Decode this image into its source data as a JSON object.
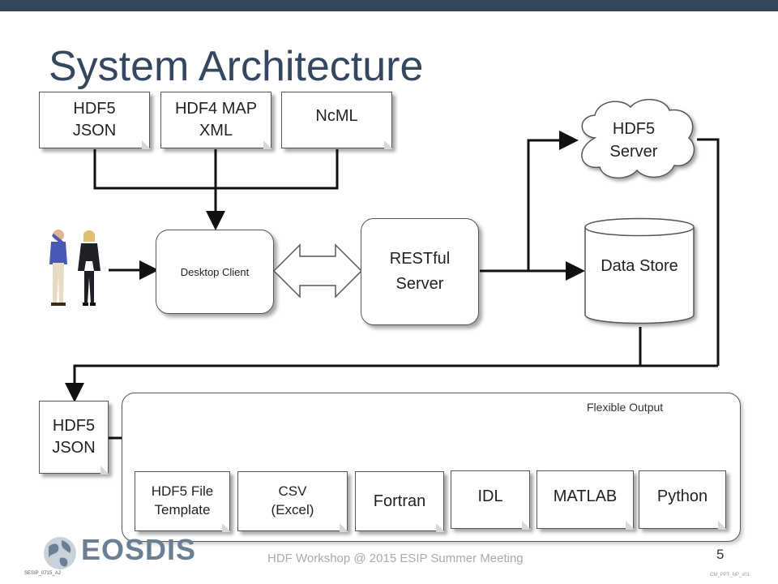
{
  "slide": {
    "title": "System Architecture",
    "footer": "HDF Workshop @ 2015 ESIP Summer Meeting",
    "page_number": "5",
    "bottom_left_code": "SESIP_0715_AJ",
    "bottom_right_code": "CM_PPT_NP_v01",
    "logo_text": "EOSDIS"
  },
  "inputs": {
    "hdf5_json": [
      "HDF5",
      "JSON"
    ],
    "hdf4_map_xml": [
      "HDF4 MAP",
      "XML"
    ],
    "ncml": "NcML"
  },
  "nodes": {
    "desktop_client": "Desktop Client",
    "restful_server": [
      "RESTful",
      "Server"
    ],
    "hdf5_server": [
      "HDF5",
      "Server"
    ],
    "data_store": "Data Store",
    "output_hdf5_json": [
      "HDF5",
      "JSON"
    ]
  },
  "output_panel": {
    "label": "Flexible Output",
    "targets": [
      [
        "HDF5 File",
        "Template"
      ],
      [
        "CSV",
        "(Excel)"
      ],
      [
        "Fortran"
      ],
      [
        "IDL"
      ],
      [
        "MATLAB"
      ],
      [
        "Python"
      ]
    ]
  },
  "colors": {
    "title": "#34475f",
    "topbar": "#34475f",
    "logo": "#6b7f94"
  }
}
